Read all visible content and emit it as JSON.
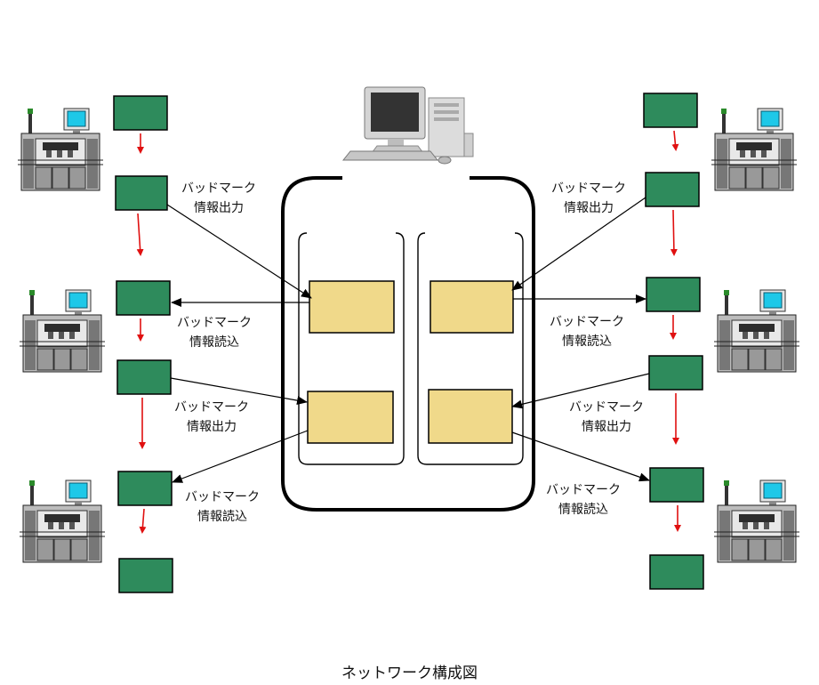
{
  "caption": "ネットワーク構成図",
  "labels": {
    "left_out_1_l1": "バッドマーク",
    "left_out_1_l2": "情報出力",
    "left_in_1_l1": "バッドマーク",
    "left_in_1_l2": "情報読込",
    "left_out_2_l1": "バッドマーク",
    "left_out_2_l2": "情報出力",
    "left_in_2_l1": "バッドマーク",
    "left_in_2_l2": "情報読込",
    "right_out_1_l1": "バッドマーク",
    "right_out_1_l2": "情報出力",
    "right_in_1_l1": "バッドマーク",
    "right_in_1_l2": "情報読込",
    "right_out_2_l1": "バッドマーク",
    "right_out_2_l2": "情報出力",
    "right_in_2_l1": "バッドマーク",
    "right_in_2_l2": "情報読込"
  },
  "colors": {
    "board_green": "#2e8b5c",
    "db_box": "#f0d98a",
    "flow_arrow": "#e01010",
    "link_line": "#000000"
  },
  "icons": {
    "host": "computer-icon",
    "machine": "mounter-machine-icon"
  }
}
